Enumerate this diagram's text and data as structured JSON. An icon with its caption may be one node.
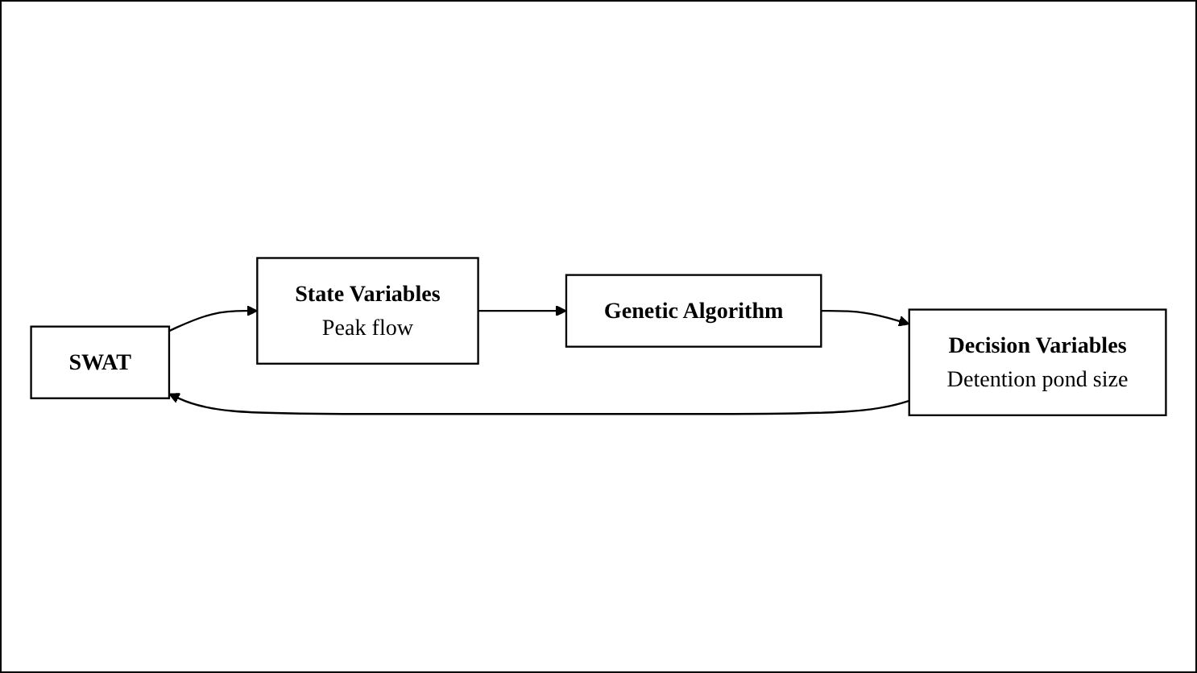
{
  "diagram": {
    "nodes": [
      {
        "text": [
          "SWAT"
        ]
      },
      {
        "text": [
          "State Variables",
          "Peak flow"
        ]
      },
      {
        "text": [
          "Decision Variables",
          "Detention pond size"
        ]
      },
      {
        "text": [
          "Genetic Algorithm"
        ]
      }
    ],
    "edges": [
      {
        "from": 0,
        "to": 1,
        "arrow": "to"
      },
      {
        "from": 1,
        "to": 3,
        "arrow": "to"
      },
      {
        "from": 3,
        "to": 2,
        "arrow": "to"
      },
      {
        "from": 2,
        "to": 0,
        "arrow": "to"
      }
    ]
  }
}
